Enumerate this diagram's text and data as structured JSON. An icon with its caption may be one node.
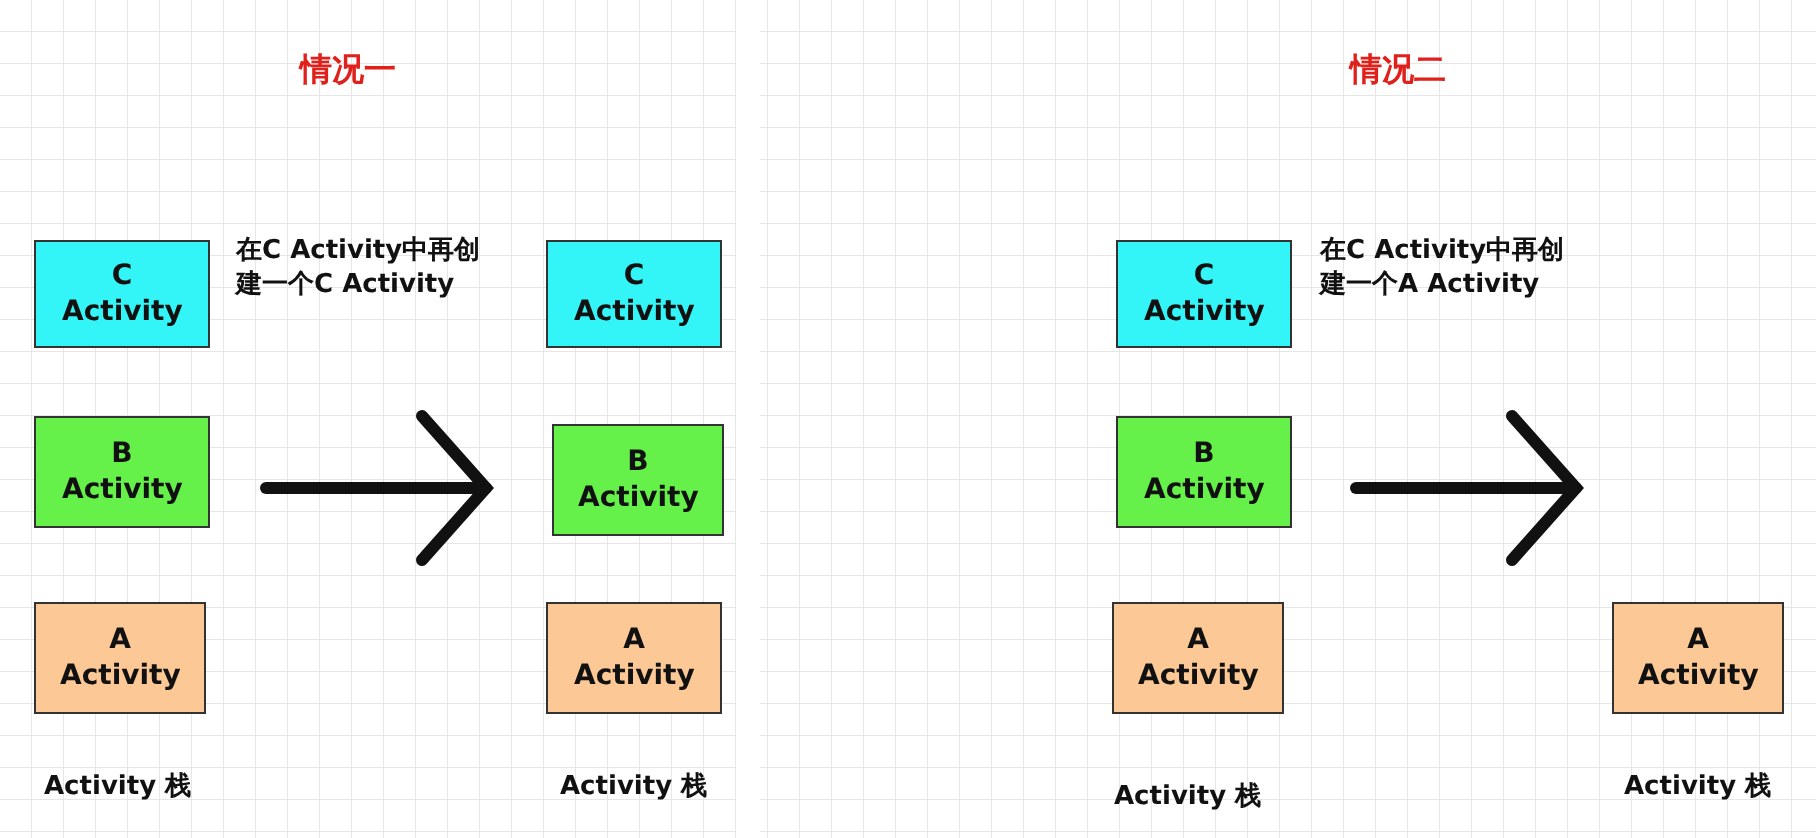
{
  "diagram": {
    "nodes": [
      {
        "text": [
          "C Activity"
        ]
      },
      {
        "text": [
          "B Activity"
        ]
      },
      {
        "text": [
          "A Activity"
        ]
      },
      {
        "text": [
          "C Activity"
        ]
      },
      {
        "text": [
          "B Activity"
        ]
      },
      {
        "text": [
          "A Activity"
        ]
      },
      {
        "text": [
          "C Activity"
        ]
      },
      {
        "text": [
          "B Activity"
        ]
      },
      {
        "text": [
          "A Activity"
        ]
      },
      {
        "text": [
          "A Activity"
        ]
      }
    ],
    "edges": [
      {
        "from": 1,
        "to": 4,
        "arrow": "to"
      },
      {
        "from": 7,
        "to": null,
        "arrow": "to"
      }
    ],
    "labels": [
      "情况一",
      "情况二",
      "在C Activity中再创建一个C Activity",
      "在C Activity中再创建一个A Activity",
      "Activity 栈",
      "Activity 栈",
      "Activity 栈",
      "Activity 栈"
    ]
  }
}
